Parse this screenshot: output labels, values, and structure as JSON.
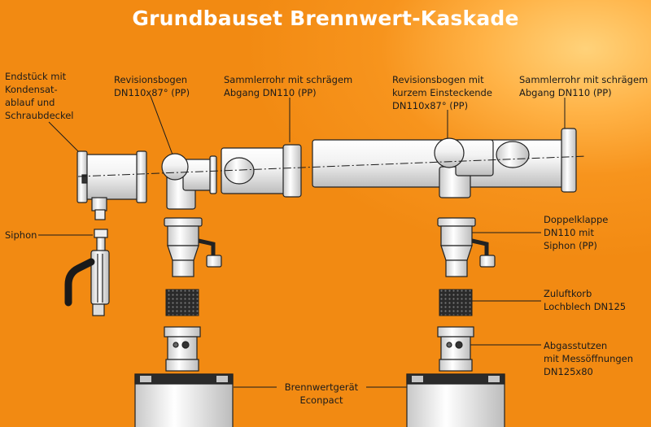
{
  "title": "Grundbauset Brennwert-Kaskade",
  "labels": {
    "endstueck": "Endstück mit\nKondensat-\nablauf und\nSchraubdeckel",
    "revisionsbogen1": "Revisionsbogen\nDN110x87° (PP)",
    "sammlerrohr1": "Sammlerrohr mit schrägem\nAbgang DN110 (PP)",
    "revisionsbogen2": "Revisionsbogen mit\nkurzem Einsteckende\nDN110x87° (PP)",
    "sammlerrohr2": "Sammlerrohr mit schrägem\nAbgang DN110 (PP)",
    "siphon": "Siphon",
    "doppelklappe": "Doppelklappe\nDN110 mit\nSiphon (PP)",
    "zuluftkorb": "Zuluftkorb\nLochblech DN125",
    "abgasstutzen": "Abgasstutzen\nmit Messöffnungen\nDN125x80",
    "brennwertgeraet": "Brennwertgerät\nEconpact"
  },
  "colors": {
    "background": "#f28a12",
    "title": "#ffffff",
    "pipe": "#f4f4f4",
    "outline": "#222222",
    "basket": "#2a2a2a",
    "hose": "#1a1a1a"
  }
}
